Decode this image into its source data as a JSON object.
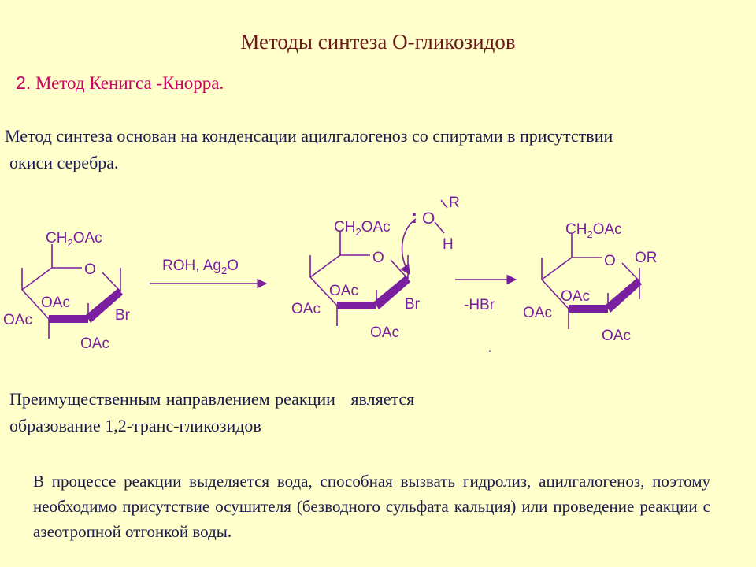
{
  "slide": {
    "title": "Методы синтеза О-гликозидов",
    "subtitle_number": "2.",
    "subtitle_text": "Метод Кенигса -Кнорра.",
    "intro_line1": "Метод синтеза основан на конденсации ацилгалогеноз со спиртами в присутствии",
    "intro_line2": "окиси серебра.",
    "preference_line1": "Преимущественным направлением реакции   является",
    "preference_line2": "образование 1,2-транс-гликозидов",
    "note": "В процессе реакции выделяется вода, способная вызвать гидролиз, ацилгалогеноз, поэтому необходимо присутствие осушителя (безводного сульфата кальция) или проведение реакции с азеотропной отгонкой воды."
  },
  "scheme": {
    "ch2oac_main": "CH",
    "ch2oac_sub": "2",
    "ch2oac_tail": "OAc",
    "ring_o": "O",
    "oac": "OAc",
    "br": "Br",
    "or": "OR",
    "reagent_main": "ROH, Ag",
    "reagent_sub": "2",
    "reagent_tail": "O",
    "colon": ":",
    "alcohol_o": "O",
    "alcohol_r": "R",
    "alcohol_h": "H",
    "elimination": "-HBr",
    "dot": "."
  },
  "colors": {
    "background": "#ffffcc",
    "title": "#6b1a1a",
    "subtitle": "#cc0066",
    "text": "#1a1a4d",
    "structure": "#7a1fa0"
  }
}
